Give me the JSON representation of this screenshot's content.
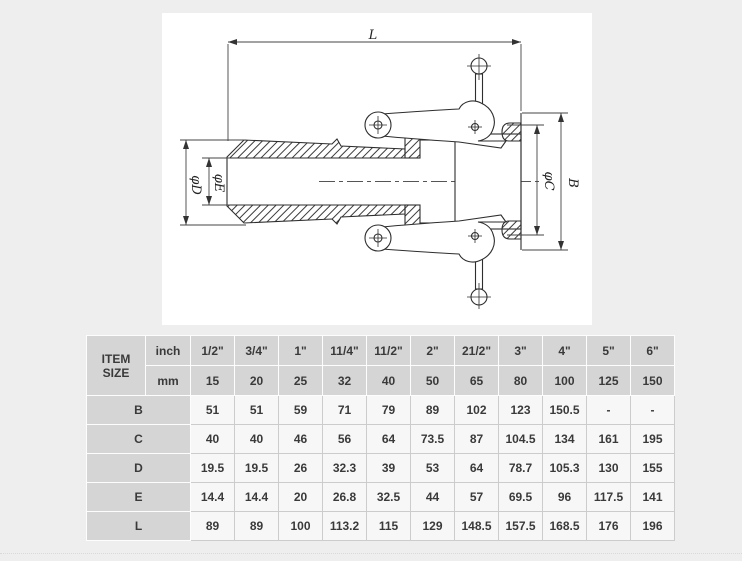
{
  "page": {
    "background": "#eeeeee",
    "colors": {
      "table_header_bg": "#d5d5d5",
      "table_cell_bg": "#f7f7f7",
      "drawing_line": "#2e2e2e"
    }
  },
  "drawing": {
    "labels": {
      "length": "L",
      "dia_d": "φD",
      "dia_e": "φE",
      "dia_c": "φC",
      "width_b": "B"
    }
  },
  "table": {
    "header": {
      "item_size": "ITEM SIZE",
      "inch_label": "inch",
      "mm_label": "mm",
      "inch_sizes": [
        "1/2\"",
        "3/4\"",
        "1\"",
        "11/4\"",
        "11/2\"",
        "2\"",
        "21/2\"",
        "3\"",
        "4\"",
        "5\"",
        "6\""
      ],
      "mm_sizes": [
        "15",
        "20",
        "25",
        "32",
        "40",
        "50",
        "65",
        "80",
        "100",
        "125",
        "150"
      ]
    },
    "rows": [
      {
        "label": "B",
        "values": [
          "51",
          "51",
          "59",
          "71",
          "79",
          "89",
          "102",
          "123",
          "150.5",
          "-",
          "-"
        ]
      },
      {
        "label": "C",
        "values": [
          "40",
          "40",
          "46",
          "56",
          "64",
          "73.5",
          "87",
          "104.5",
          "134",
          "161",
          "195"
        ]
      },
      {
        "label": "D",
        "values": [
          "19.5",
          "19.5",
          "26",
          "32.3",
          "39",
          "53",
          "64",
          "78.7",
          "105.3",
          "130",
          "155"
        ]
      },
      {
        "label": "E",
        "values": [
          "14.4",
          "14.4",
          "20",
          "26.8",
          "32.5",
          "44",
          "57",
          "69.5",
          "96",
          "117.5",
          "141"
        ]
      },
      {
        "label": "L",
        "values": [
          "89",
          "89",
          "100",
          "113.2",
          "115",
          "129",
          "148.5",
          "157.5",
          "168.5",
          "176",
          "196"
        ]
      }
    ]
  }
}
